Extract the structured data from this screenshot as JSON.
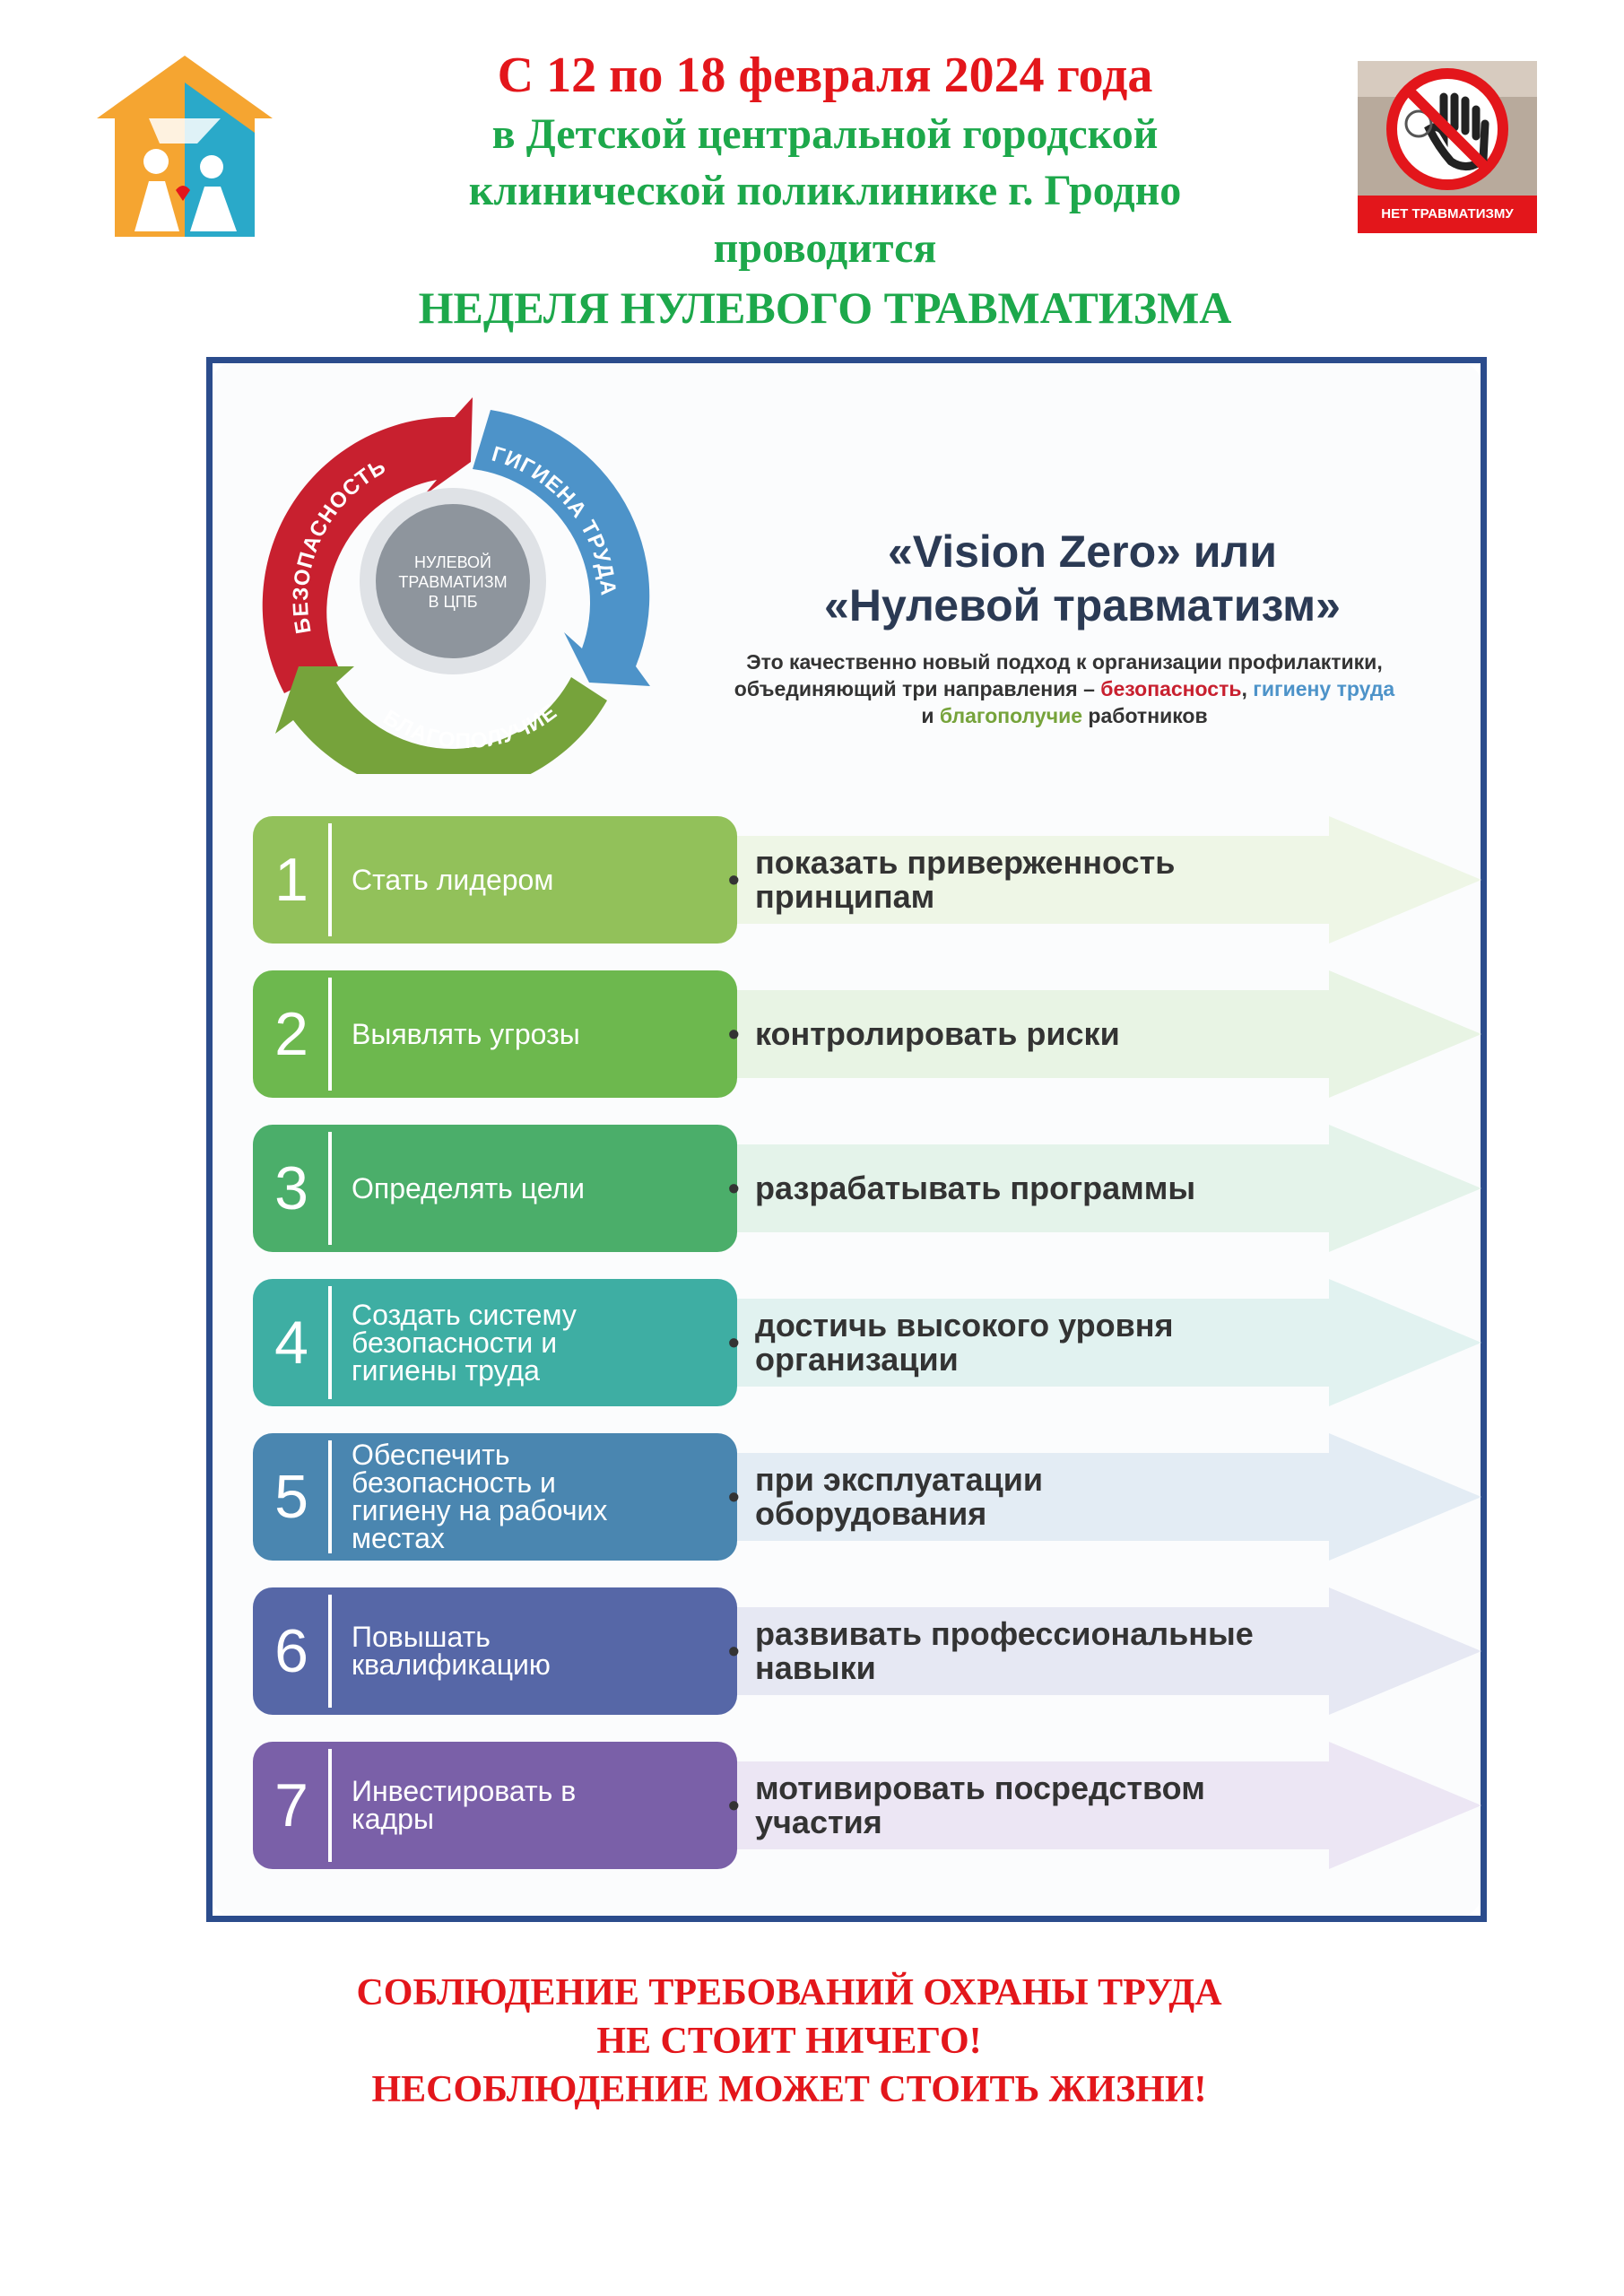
{
  "header": {
    "line1": "С 12 по 18 февраля 2024 года",
    "line2": "в Детской центральной городской",
    "line3": "клинической поликлинике г. Гродно",
    "line4": "проводится",
    "line5": "НЕДЕЛЯ НУЛЕВОГО ТРАВМАТИЗМА"
  },
  "badge": {
    "text": "НЕТ ТРАВМАТИЗМУ"
  },
  "cycle": {
    "center": [
      "НУЛЕВОЙ",
      "ТРАВМАТИЗМ",
      "В ЦПБ"
    ],
    "seg_safety": "БЕЗОПАСНОСТЬ",
    "seg_hygiene": "ГИГИЕНА ТРУДА",
    "seg_wellbeing": "БЛАГОПОЛУЧИЕ"
  },
  "vision": {
    "title_line1": "«Vision Zero» или",
    "title_line2": "«Нулевой травматизм»",
    "desc_line1": "Это качественно новый подход к организации профилактики,",
    "desc_line2_a": "объединяющий три направления – ",
    "desc_w1": "безопасность",
    "desc_sep": ", ",
    "desc_w2": "гигиену труда",
    "desc_line3_a": "и ",
    "desc_w3": "благополучие",
    "desc_line3_b": " работников"
  },
  "colors": {
    "red": "#e3161b",
    "green": "#1da84b",
    "safety": "#c8202f",
    "hygiene": "#4d93c9",
    "wellbeing": "#76a33b"
  },
  "steps": [
    {
      "num": "1",
      "lead": "Стать лидером",
      "action": "показать приверженность\nпринципам",
      "color": "#92c15a",
      "arrow": "#eef6e6"
    },
    {
      "num": "2",
      "lead": "Выявлять угрозы",
      "action": "контролировать риски",
      "color": "#6db84e",
      "arrow": "#e8f4e4"
    },
    {
      "num": "3",
      "lead": "Определять цели",
      "action": "разрабатывать программы",
      "color": "#4bae6a",
      "arrow": "#e4f3ea"
    },
    {
      "num": "4",
      "lead": "Создать систему\nбезопасности и\nгигиены труда",
      "action": "достичь высокого уровня\nорганизации",
      "color": "#3eaea3",
      "arrow": "#e1f2f0"
    },
    {
      "num": "5",
      "lead": "Обеспечить\nбезопасность и\nгигиену на рабочих\nместах",
      "action": "при эксплуатации\nоборудования",
      "color": "#4a86b0",
      "arrow": "#e3ecf4"
    },
    {
      "num": "6",
      "lead": "Повышать\nквалификацию",
      "action": "развивать профессиональные\nнавыки",
      "color": "#5667a7",
      "arrow": "#e6e8f3"
    },
    {
      "num": "7",
      "lead": "Инвестировать в\nкадры",
      "action": "мотивировать посредством\nучастия",
      "color": "#7a60a8",
      "arrow": "#ece6f4"
    }
  ],
  "footer": {
    "line1": "СОБЛЮДЕНИЕ ТРЕБОВАНИЙ ОХРАНЫ ТРУДА",
    "line2": "НЕ СТОИТ НИЧЕГО!",
    "line3": "НЕСОБЛЮДЕНИЕ МОЖЕТ СТОИТЬ ЖИЗНИ!"
  }
}
